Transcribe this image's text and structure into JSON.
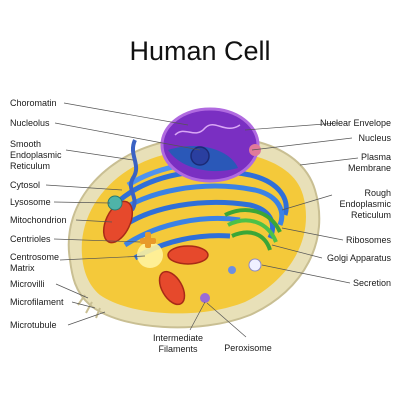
{
  "title": "Human Cell",
  "colors": {
    "cytoplasm": "#f4c93a",
    "membrane": "#e8e0b8",
    "nucleus": "#7a2fc2",
    "er_rough": "#2f6fd8",
    "golgi": "#3aa637",
    "mitochondrion": "#e6492c",
    "leader_line": "#555555"
  },
  "labels_left": {
    "choromatin": "Choromatin",
    "nucleolus": "Nucleolus",
    "smooth_er_1": "Smooth",
    "smooth_er_2": "Endoplasmic",
    "smooth_er_3": "Reticulum",
    "cytosol": "Cytosol",
    "lysosome": "Lysosome",
    "mitochondrion": "Mitochondrion",
    "centrioles": "Centrioles",
    "centrosome_1": "Centrosome",
    "centrosome_2": "Matrix",
    "microvilli": "Microvilli",
    "microfilament": "Microfilament",
    "microtubule": "Microtubule"
  },
  "labels_right": {
    "nuclear_envelope": "Nuclear Envelope",
    "nucleus": "Nucleus",
    "plasma_1": "Plasma",
    "plasma_2": "Membrane",
    "rough_er_1": "Rough",
    "rough_er_2": "Endoplasmic",
    "rough_er_3": "Reticulum",
    "ribosomes": "Ribosomes",
    "golgi": "Golgi Apparatus",
    "secretion": "Secretion"
  },
  "labels_bottom": {
    "intermediate_1": "Intermediate",
    "intermediate_2": "Filaments",
    "peroxisome": "Peroxisome"
  }
}
